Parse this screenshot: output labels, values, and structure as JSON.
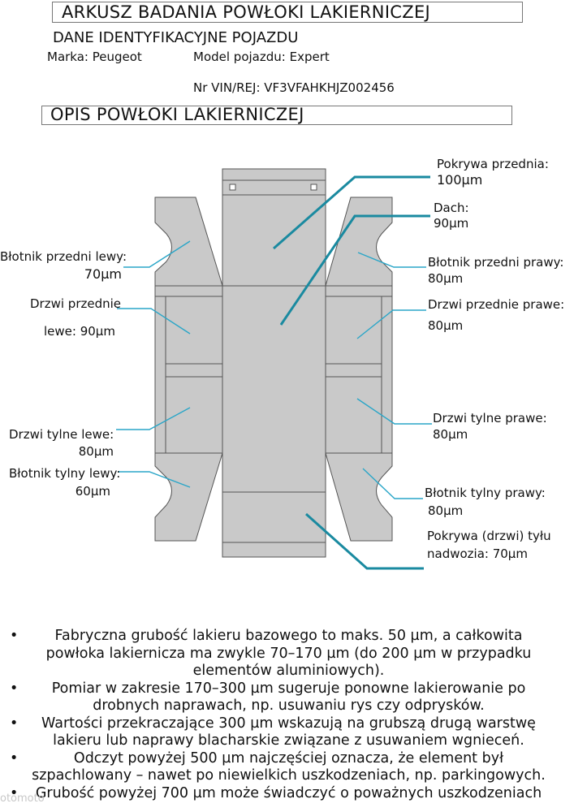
{
  "header": {
    "title": "ARKUSZ BADANIA POWŁOKI LAKIERNICZEJ",
    "section_vehicle": "DANE IDENTYFIKACYJNE POJAZDU",
    "make": "Marka: Peugeot",
    "model": "Model pojazdu: Expert",
    "vin": "Nr VIN/REJ: VF3VFAHKHJZ002456",
    "section_coating": "OPIS POWŁOKI LAKIERNICZEJ"
  },
  "labels": {
    "hood_a": "Pokrywa przednia:",
    "hood_b": "100µm",
    "roof_a": "Dach:",
    "roof_b": "90µm",
    "fl_fender_a": "Błotnik przedni lewy:",
    "fl_fender_b": "70µm",
    "fr_fender_a": "Błotnik przedni prawy:",
    "fr_fender_b": "80µm",
    "fl_door_a": "Drzwi przednie",
    "fl_door_b": "lewe: 90µm",
    "fr_door_a": "Drzwi przednie prawe:",
    "fr_door_b": "80µm",
    "rl_door_a": "Drzwi tylne lewe:",
    "rl_door_b": "80µm",
    "rr_door_a": "Drzwi tylne prawe:",
    "rr_door_b": "80µm",
    "rl_fender_a": "Błotnik tylny lewy:",
    "rl_fender_b": "60µm",
    "rr_fender_a": "Błotnik tylny prawy:",
    "rr_fender_b": "80µm",
    "tailgate_a": "Pokrywa (drzwi) tyłu",
    "tailgate_b": "nadwozia: 70µm"
  },
  "notes": [
    "Fabryczna grubość lakieru bazowego to maks. 50 µm, a całkowita powłoka lakiernicza ma zwykle 70–170 µm (do 200 µm w przypadku elementów aluminiowych).",
    "Pomiar w zakresie 170–300 µm sugeruje ponowne lakierowanie po drobnych naprawach, np. usuwaniu rys czy odprysków.",
    "Wartości przekraczające 300 µm wskazują na grubszą drugą warstwę lakieru lub naprawy blacharskie związane z usuwaniem wgnieceń.",
    "Odczyt powyżej 500 µm najczęściej oznacza, że element był szpachlowany – nawet po niewielkich uszkodzeniach, np. parkingowych.",
    "Grubość powyżej 700 µm może świadczyć o poważnych uszkodzeniach"
  ],
  "bullet": "•",
  "watermark": "otomoto",
  "colors": {
    "panel": "#c9c9c9",
    "outline": "#555555",
    "leader_dark": "#1a8aa0",
    "leader_light": "#2aa6c8"
  }
}
